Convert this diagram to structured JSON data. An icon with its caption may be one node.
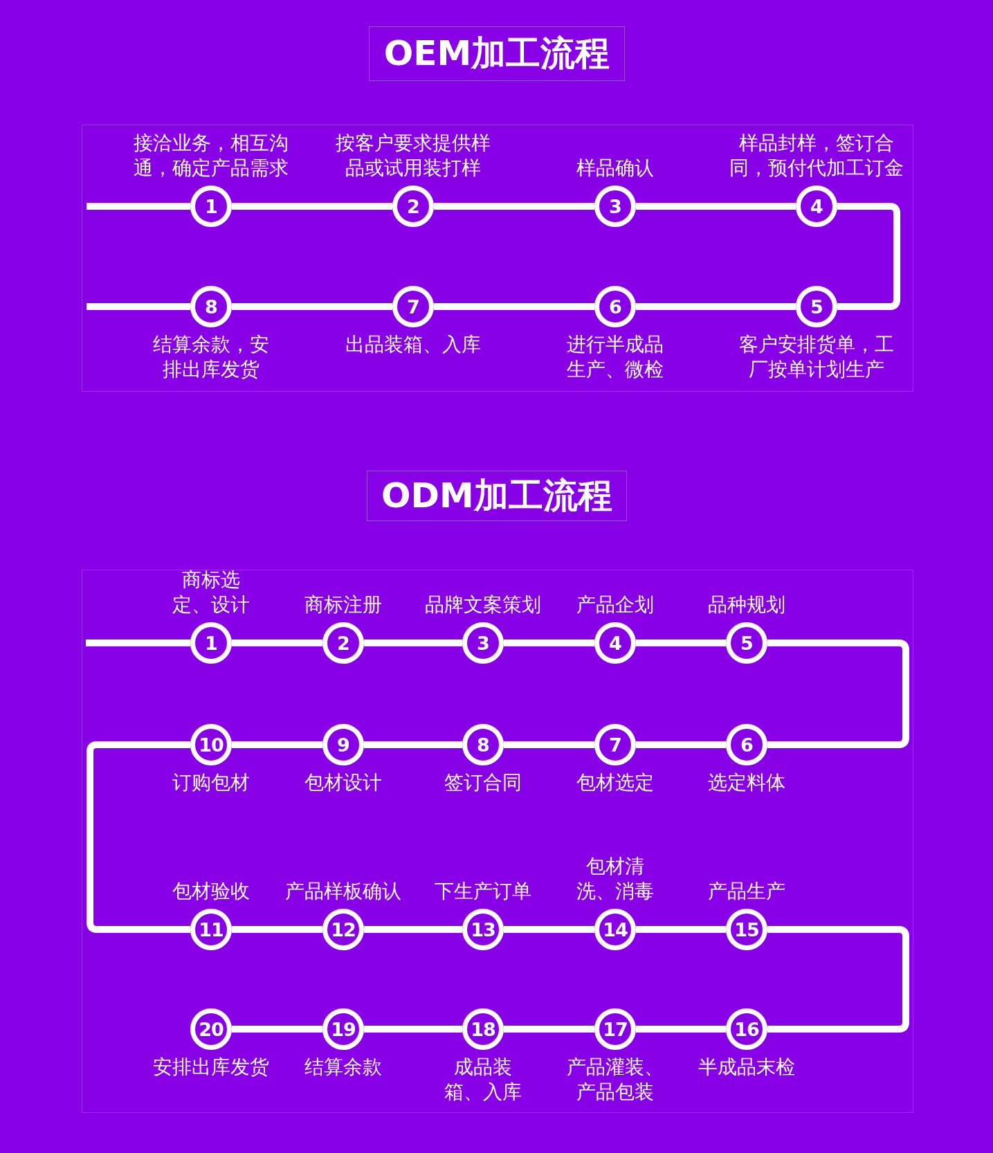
{
  "diagram": {
    "nodes": [
      {
        "text": [
          "OEM加工流程"
        ]
      },
      {
        "text": [
          "1"
        ],
        "beside": [
          "接洽业务，相互沟通，确定产品需求"
        ]
      },
      {
        "text": [
          "2"
        ],
        "beside": [
          "按客户要求提供样品或试用装打样"
        ]
      },
      {
        "text": [
          "3"
        ],
        "beside": [
          "样品确认"
        ]
      },
      {
        "text": [
          "4"
        ],
        "beside": [
          "样品封样，签订合同，预付代加工订金"
        ]
      },
      {
        "text": [
          "5"
        ],
        "beside": [
          "客户安排货单，工厂按单计划生产"
        ]
      },
      {
        "text": [
          "6"
        ],
        "beside": [
          "进行半成品生产、微检"
        ]
      },
      {
        "text": [
          "7"
        ],
        "beside": [
          "出品装箱、入库"
        ]
      },
      {
        "text": [
          "8"
        ],
        "beside": [
          "结算余款，安排出库发货"
        ]
      },
      {
        "text": [
          "ODM加工流程"
        ]
      },
      {
        "text": [
          "1"
        ],
        "beside": [
          "商标选定、设计"
        ]
      },
      {
        "text": [
          "2"
        ],
        "beside": [
          "商标注册"
        ]
      },
      {
        "text": [
          "3"
        ],
        "beside": [
          "品牌文案策划"
        ]
      },
      {
        "text": [
          "4"
        ],
        "beside": [
          "产品企划"
        ]
      },
      {
        "text": [
          "5"
        ],
        "beside": [
          "品种规划"
        ]
      },
      {
        "text": [
          "6"
        ],
        "beside": [
          "选定料体"
        ]
      },
      {
        "text": [
          "7"
        ],
        "beside": [
          "包材选定"
        ]
      },
      {
        "text": [
          "8"
        ],
        "beside": [
          "签订合同"
        ]
      },
      {
        "text": [
          "9"
        ],
        "beside": [
          "包材设计"
        ]
      },
      {
        "text": [
          "10"
        ],
        "beside": [
          "订购包材"
        ]
      },
      {
        "text": [
          "11"
        ],
        "beside": [
          "包材验收"
        ]
      },
      {
        "text": [
          "12"
        ],
        "beside": [
          "产品样板确认"
        ]
      },
      {
        "text": [
          "13"
        ],
        "beside": [
          "下生产订单"
        ]
      },
      {
        "text": [
          "14"
        ],
        "beside": [
          "包材清洗、消毒"
        ]
      },
      {
        "text": [
          "15"
        ],
        "beside": [
          "产品生产"
        ]
      },
      {
        "text": [
          "16"
        ],
        "beside": [
          "半成品末检"
        ]
      },
      {
        "text": [
          "17"
        ],
        "beside": [
          "产品灌装、产品包装"
        ]
      },
      {
        "text": [
          "18"
        ],
        "beside": [
          "成品装箱、入库"
        ]
      },
      {
        "text": [
          "19"
        ],
        "beside": [
          "结算余款"
        ]
      },
      {
        "text": [
          "20"
        ],
        "beside": [
          "安排出库发货"
        ]
      }
    ],
    "edges": [
      {
        "from": null,
        "to": 1,
        "arrow": "none"
      },
      {
        "from": 1,
        "to": 2,
        "arrow": "none"
      },
      {
        "from": 2,
        "to": 3,
        "arrow": "none"
      },
      {
        "from": 3,
        "to": 4,
        "arrow": "none"
      },
      {
        "from": 4,
        "to": 5,
        "arrow": "none"
      },
      {
        "from": 5,
        "to": 6,
        "arrow": "none"
      },
      {
        "from": 6,
        "to": 7,
        "arrow": "none"
      },
      {
        "from": 7,
        "to": 8,
        "arrow": "none"
      },
      {
        "from": 8,
        "to": null,
        "arrow": "none"
      },
      {
        "from": null,
        "to": 10,
        "arrow": "none"
      },
      {
        "from": 10,
        "to": 11,
        "arrow": "none"
      },
      {
        "from": 11,
        "to": 12,
        "arrow": "none"
      },
      {
        "from": 12,
        "to": 13,
        "arrow": "none"
      },
      {
        "from": 13,
        "to": 14,
        "arrow": "none"
      },
      {
        "from": 14,
        "to": 15,
        "arrow": "none"
      },
      {
        "from": 15,
        "to": 16,
        "arrow": "none"
      },
      {
        "from": 16,
        "to": 17,
        "arrow": "none"
      },
      {
        "from": 17,
        "to": 18,
        "arrow": "none"
      },
      {
        "from": 18,
        "to": 19,
        "arrow": "none"
      },
      {
        "from": 19,
        "to": 20,
        "arrow": "none"
      },
      {
        "from": 20,
        "to": 21,
        "arrow": "none"
      },
      {
        "from": 21,
        "to": 22,
        "arrow": "none"
      },
      {
        "from": 22,
        "to": 23,
        "arrow": "none"
      },
      {
        "from": 23,
        "to": 24,
        "arrow": "none"
      },
      {
        "from": 24,
        "to": 25,
        "arrow": "none"
      },
      {
        "from": 25,
        "to": 26,
        "arrow": "none"
      },
      {
        "from": 26,
        "to": 27,
        "arrow": "none"
      },
      {
        "from": 27,
        "to": 28,
        "arrow": "none"
      },
      {
        "from": 28,
        "to": 29,
        "arrow": "none"
      }
    ]
  }
}
